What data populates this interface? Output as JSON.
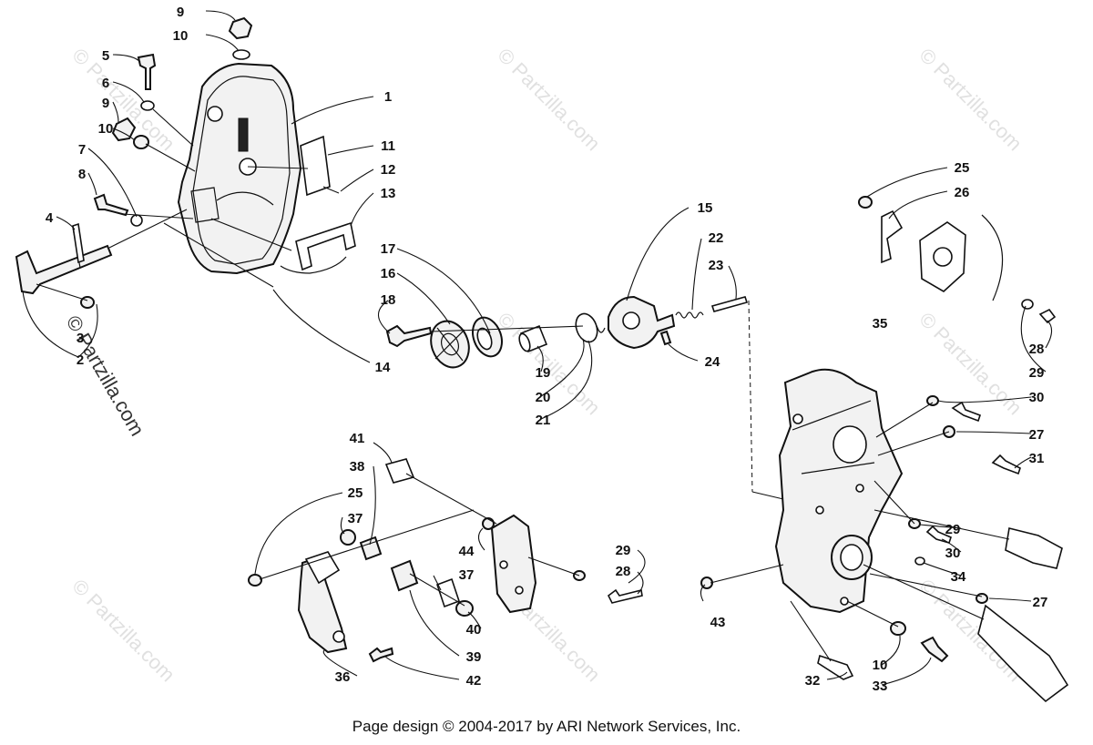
{
  "footer": "Page design © 2004-2017 by ARI Network Services, Inc.",
  "watermark": "© Partzilla.com",
  "callouts": [
    "9",
    "10",
    "5",
    "6",
    "9",
    "10",
    "7",
    "8",
    "4",
    "3",
    "2",
    "1",
    "11",
    "12",
    "13",
    "14",
    "17",
    "16",
    "18",
    "19",
    "20",
    "21",
    "15",
    "22",
    "23",
    "24",
    "25",
    "26",
    "28",
    "29",
    "30",
    "27",
    "31",
    "35",
    "29",
    "30",
    "34",
    "27",
    "43",
    "10",
    "33",
    "32",
    "41",
    "38",
    "25",
    "37",
    "44",
    "29",
    "28",
    "37",
    "40",
    "39",
    "36",
    "42"
  ]
}
